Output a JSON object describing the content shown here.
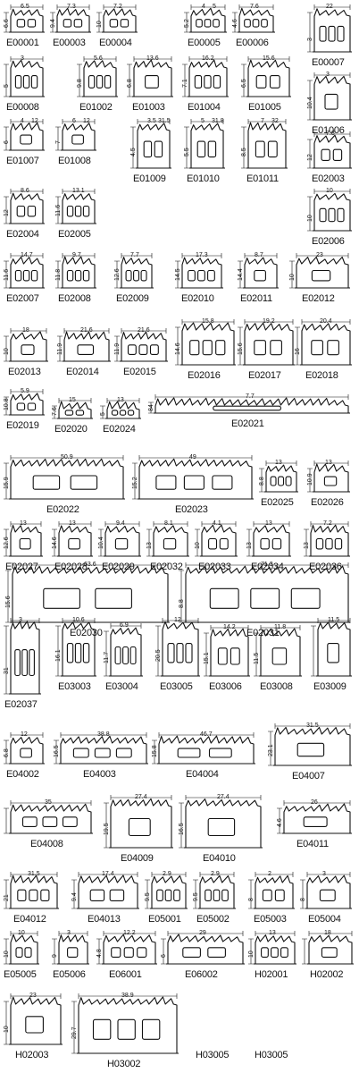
{
  "catalog": {
    "parts": [
      {
        "code": "E00001",
        "dims": [
          "6.5",
          "6.6"
        ]
      },
      {
        "code": "E00003",
        "dims": [
          "7.3",
          "9.4"
        ]
      },
      {
        "code": "E00004",
        "dims": [
          "7.2",
          "10"
        ]
      },
      {
        "code": "E00005",
        "dims": [
          "4",
          "5.2",
          "5"
        ]
      },
      {
        "code": "E00006",
        "dims": [
          "7.6",
          "4.6"
        ]
      },
      {
        "code": "E00007",
        "dims": [
          "22",
          "3"
        ]
      },
      {
        "code": "E00008",
        "dims": [
          "3",
          "5"
        ]
      },
      {
        "code": "E01002",
        "dims": [
          "5.6",
          "9.8"
        ]
      },
      {
        "code": "E01003",
        "dims": [
          "13.6",
          "6.8"
        ]
      },
      {
        "code": "E01004",
        "dims": [
          "16.2",
          "7.1"
        ]
      },
      {
        "code": "E01005",
        "dims": [
          "15.6",
          "6.5"
        ]
      },
      {
        "code": "E01006",
        "dims": [
          "3",
          "10.4"
        ]
      },
      {
        "code": "E01007",
        "dims": [
          "4",
          "6",
          "12"
        ]
      },
      {
        "code": "E01008",
        "dims": [
          "6",
          "7",
          "12"
        ]
      },
      {
        "code": "E01009",
        "dims": [
          "3.5",
          "4.5",
          "31.5"
        ]
      },
      {
        "code": "E01010",
        "dims": [
          "5",
          "5.5",
          "31.8"
        ]
      },
      {
        "code": "E01011",
        "dims": [
          "7",
          "8.5",
          "32"
        ]
      },
      {
        "code": "E02003",
        "dims": [
          "7.8",
          "12"
        ]
      },
      {
        "code": "E02004",
        "dims": [
          "8.6",
          "12"
        ]
      },
      {
        "code": "E02005",
        "dims": [
          "13.1",
          "11.6"
        ]
      },
      {
        "code": "E02006",
        "dims": [
          "10",
          "10"
        ]
      },
      {
        "code": "E02007",
        "dims": [
          "14.7",
          "11.6"
        ]
      },
      {
        "code": "E02008",
        "dims": [
          "9.7",
          "11.8"
        ]
      },
      {
        "code": "E02009",
        "dims": [
          "7.7",
          "12.6"
        ]
      },
      {
        "code": "E02010",
        "dims": [
          "17.3",
          "14.5"
        ]
      },
      {
        "code": "E02011",
        "dims": [
          "8.7",
          "14.4"
        ]
      },
      {
        "code": "E02012",
        "dims": [
          "23",
          "10"
        ]
      },
      {
        "code": "E02013",
        "dims": [
          "18",
          "10"
        ]
      },
      {
        "code": "E02014",
        "dims": [
          "21.6",
          "11.9"
        ]
      },
      {
        "code": "E02015",
        "dims": [
          "21.6",
          "11.9"
        ]
      },
      {
        "code": "E02016",
        "dims": [
          "15.8",
          "14.6"
        ]
      },
      {
        "code": "E02017",
        "dims": [
          "19.2",
          "15.6"
        ]
      },
      {
        "code": "E02018",
        "dims": [
          "20.4",
          "16"
        ]
      },
      {
        "code": "E02019",
        "dims": [
          "5.9",
          "10.8"
        ]
      },
      {
        "code": "E02020",
        "dims": [
          "15",
          "7.6"
        ]
      },
      {
        "code": "E02024",
        "dims": [
          "13",
          "5"
        ]
      },
      {
        "code": "E02021",
        "dims": [
          "7.7",
          "84"
        ]
      },
      {
        "code": "E02022",
        "dims": [
          "50.9",
          "15.9"
        ]
      },
      {
        "code": "E02023",
        "dims": [
          "49",
          "15.2"
        ]
      },
      {
        "code": "E02025",
        "dims": [
          "13",
          "8.8"
        ]
      },
      {
        "code": "E02026",
        "dims": [
          "13",
          "10.9"
        ]
      },
      {
        "code": "E02027",
        "dims": [
          "13",
          "12.6"
        ]
      },
      {
        "code": "E02028",
        "dims": [
          "13",
          "14.6"
        ]
      },
      {
        "code": "E02029",
        "dims": [
          "9.4",
          "10.4"
        ]
      },
      {
        "code": "E02032",
        "dims": [
          "8.1",
          "13"
        ]
      },
      {
        "code": "E02033",
        "dims": [
          "4.1",
          "10"
        ]
      },
      {
        "code": "E02034",
        "dims": [
          "13",
          "13"
        ]
      },
      {
        "code": "E02036",
        "dims": [
          "7.2",
          "13"
        ]
      },
      {
        "code": "E02030",
        "dims": [
          "63.6",
          "15.6"
        ]
      },
      {
        "code": "E02031",
        "dims": [
          "71.3",
          "8.8"
        ]
      },
      {
        "code": "E02037",
        "dims": [
          "3",
          "31"
        ]
      },
      {
        "code": "E03003",
        "dims": [
          "10.6",
          "16.1"
        ]
      },
      {
        "code": "E03004",
        "dims": [
          "6.9",
          "11.7"
        ]
      },
      {
        "code": "E03005",
        "dims": [
          "12",
          "20.5"
        ]
      },
      {
        "code": "E03006",
        "dims": [
          "14.2",
          "15.1"
        ]
      },
      {
        "code": "E03008",
        "dims": [
          "11.8",
          "11.5"
        ]
      },
      {
        "code": "E03009",
        "dims": [
          "11.5"
        ]
      },
      {
        "code": "E04002",
        "dims": [
          "12",
          "6.8"
        ]
      },
      {
        "code": "E04003",
        "dims": [
          "38.8",
          "16.5"
        ]
      },
      {
        "code": "E04004",
        "dims": [
          "46.7",
          "15.8"
        ]
      },
      {
        "code": "E04007",
        "dims": [
          "31.5",
          "23.1"
        ]
      },
      {
        "code": "E04008",
        "dims": [
          "35"
        ]
      },
      {
        "code": "E04009",
        "dims": [
          "27.4",
          "19.5"
        ]
      },
      {
        "code": "E04010",
        "dims": [
          "27.4",
          "16.5"
        ]
      },
      {
        "code": "E04011",
        "dims": [
          "26",
          "4.6"
        ]
      },
      {
        "code": "E04012",
        "dims": [
          "31.5",
          "21"
        ]
      },
      {
        "code": "E04013",
        "dims": [
          "17.4",
          "9.4"
        ]
      },
      {
        "code": "E05001",
        "dims": [
          "2.9",
          "9.5"
        ]
      },
      {
        "code": "E05002",
        "dims": [
          "2.9",
          "9.5"
        ]
      },
      {
        "code": "E05003",
        "dims": [
          "2",
          "8"
        ]
      },
      {
        "code": "E05004",
        "dims": [
          "3",
          "8"
        ]
      },
      {
        "code": "E05005",
        "dims": [
          "10",
          "10"
        ]
      },
      {
        "code": "E05006",
        "dims": [
          "3",
          "9"
        ]
      },
      {
        "code": "E06001",
        "dims": [
          "12.2",
          "4.8"
        ]
      },
      {
        "code": "E06002",
        "dims": [
          "29",
          "6"
        ]
      },
      {
        "code": "H02001",
        "dims": [
          "13",
          "10"
        ]
      },
      {
        "code": "H02002",
        "dims": [
          "18"
        ]
      },
      {
        "code": "H02003",
        "dims": [
          "23",
          "10"
        ]
      },
      {
        "code": "H03002",
        "dims": [
          "38.9",
          "29.7"
        ]
      },
      {
        "code": "H03005",
        "dims": []
      },
      {
        "code": "H03005",
        "dims": []
      }
    ]
  }
}
